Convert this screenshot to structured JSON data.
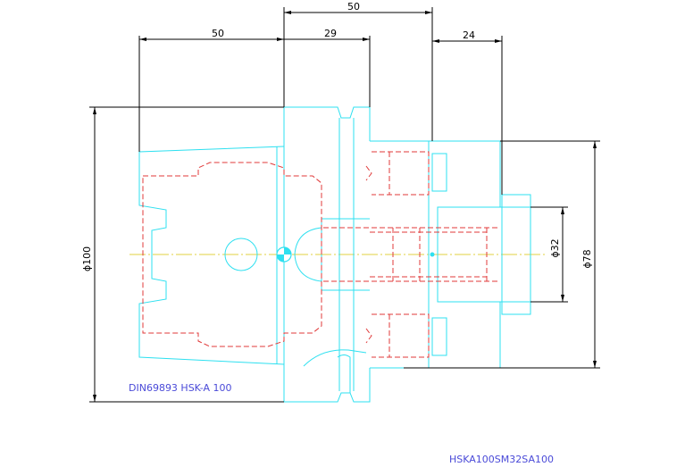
{
  "dimensions": {
    "top_overall": "50",
    "left_length": "50",
    "flange": "29",
    "right_length": "24",
    "dia_100": "ϕ100",
    "dia_78": "ϕ78",
    "dia_32": "ϕ32"
  },
  "labels": {
    "standard": "DIN69893 HSK-A 100",
    "part_number": "HSKA100SM32SA100"
  },
  "colors": {
    "outline": "#2ee0f0",
    "hidden": "#e03a3a",
    "dimension": "#000000",
    "centerline": "#e0d040",
    "text": "#4a4ad8"
  }
}
